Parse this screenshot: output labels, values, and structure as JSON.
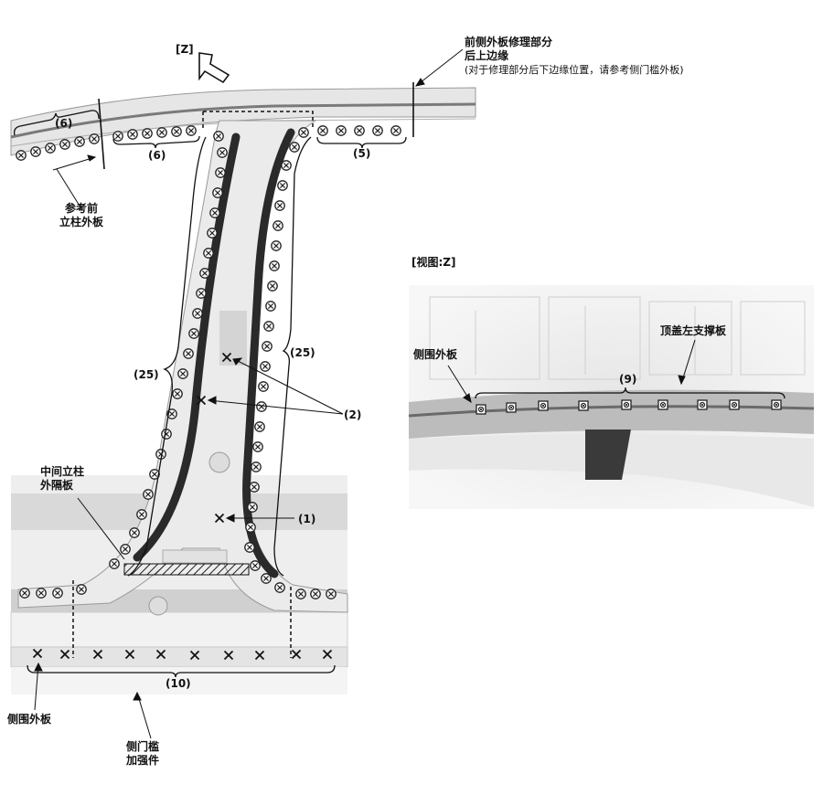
{
  "labels": {
    "view_z_arrow": "[Z]",
    "front_panel_line1": "前侧外板修理部分",
    "front_panel_line2": "后上边缘",
    "front_panel_line3": "(对于修理部分后下边缘位置，请参考侧门槛外板)",
    "ref_front_pillar_line1": "参考前",
    "ref_front_pillar_line2": "立柱外板",
    "center_pillar_line1": "中间立柱",
    "center_pillar_line2": "外隔板",
    "side_outer_bottom": "侧围外板",
    "rocker_line1": "侧门槛",
    "rocker_line2": "加强件",
    "view_z_title": "[视图:Z]",
    "view_side_outer": "侧围外板",
    "view_roof_rail": "顶盖左支撑板"
  },
  "callouts": {
    "c6a": "(6)",
    "c6b": "(6)",
    "c5": "(5)",
    "c25_left": "(25)",
    "c25_right": "(25)",
    "c2": "(2)",
    "c1": "(1)",
    "c10": "(10)",
    "c9": "(9)"
  }
}
